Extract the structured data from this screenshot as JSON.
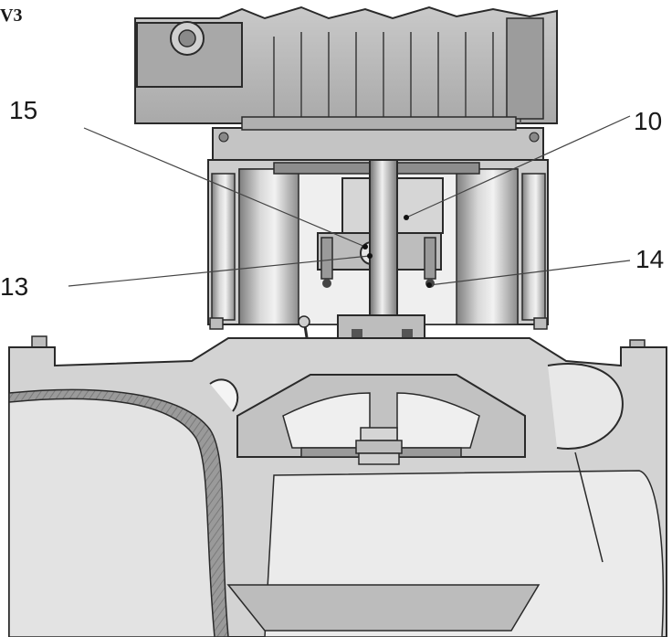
{
  "figure": {
    "corner_label": "V3",
    "callouts": [
      {
        "id": "15",
        "text": "15"
      },
      {
        "id": "10",
        "text": "10"
      },
      {
        "id": "13",
        "text": "13"
      },
      {
        "id": "14",
        "text": "14"
      }
    ]
  },
  "colors": {
    "metal_light": "#d9d9d9",
    "metal_mid": "#b9b9b9",
    "metal_dark": "#8a8a8a",
    "outline": "#2a2a2a",
    "leader": "#444444"
  }
}
